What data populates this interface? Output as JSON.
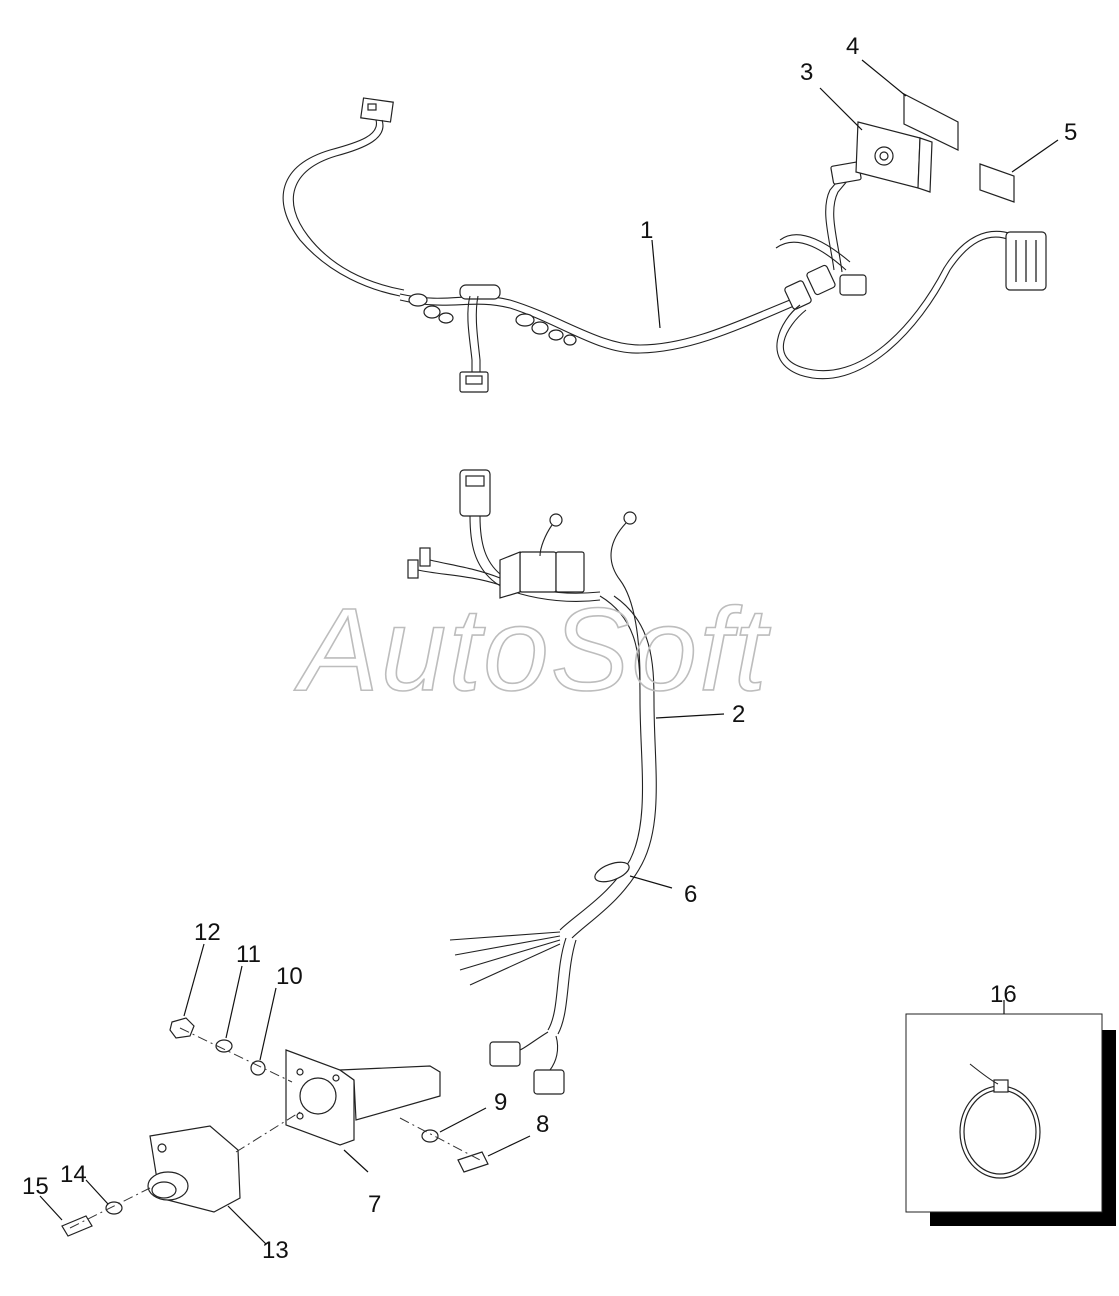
{
  "watermark": "AutoSoft",
  "callouts": {
    "c1": "1",
    "c2": "2",
    "c3": "3",
    "c4": "4",
    "c5": "5",
    "c6": "6",
    "c7": "7",
    "c8": "8",
    "c9": "9",
    "c10": "10",
    "c11": "11",
    "c12": "12",
    "c13": "13",
    "c14": "14",
    "c15": "15",
    "c16": "16"
  },
  "colors": {
    "line": "#111111",
    "watermark": "#bdbdbd",
    "shadow": "#000000"
  }
}
